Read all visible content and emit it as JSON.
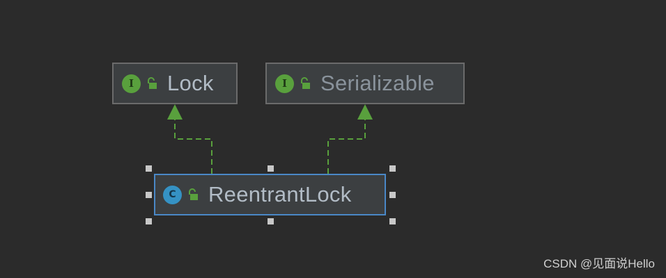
{
  "diagram": {
    "nodes": [
      {
        "id": "lock",
        "name": "Lock",
        "kind": "interface",
        "badge": "I"
      },
      {
        "id": "serializable",
        "name": "Serializable",
        "kind": "interface",
        "badge": "I"
      },
      {
        "id": "reentrant",
        "name": "ReentrantLock",
        "kind": "class",
        "badge": "C",
        "selected": true
      }
    ],
    "edges": [
      {
        "from": "reentrant",
        "to": "lock",
        "type": "implements"
      },
      {
        "from": "reentrant",
        "to": "serializable",
        "type": "implements"
      }
    ],
    "icons": {
      "interface": "interface-icon",
      "class": "class-icon",
      "visibility": "open-lock-icon"
    },
    "colors": {
      "background": "#2b2b2b",
      "node_fill": "#3c3f41",
      "node_border": "#6b6b6b",
      "selected_border": "#4a88c7",
      "edge": "#59a03d",
      "interface_badge": "#59a03d",
      "class_badge": "#3592c4"
    }
  },
  "watermark": "CSDN @见面说Hello"
}
